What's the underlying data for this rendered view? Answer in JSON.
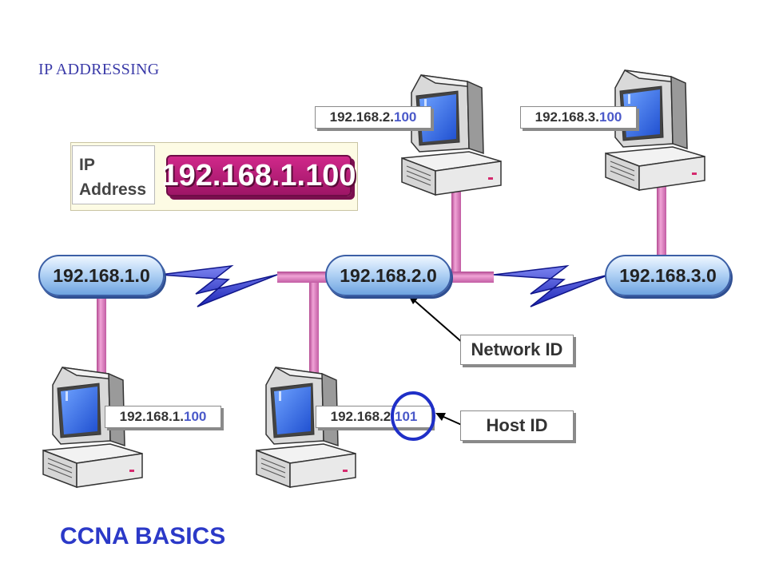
{
  "title": "IP ADDRESSING",
  "footer": "CCNA BASICS",
  "panel": {
    "label_line1": "IP",
    "label_line2": "Address",
    "ip": "192.168.1.100"
  },
  "networks": [
    {
      "id": "net1",
      "label": "192.168.1.0"
    },
    {
      "id": "net2",
      "label": "192.168.2.0"
    },
    {
      "id": "net3",
      "label": "192.168.3.0"
    }
  ],
  "hosts": [
    {
      "id": "host-2-100",
      "network": "192.168.2.",
      "host": "100"
    },
    {
      "id": "host-3-100",
      "network": "192.168.3.",
      "host": "100"
    },
    {
      "id": "host-1-100",
      "network": "192.168.1.",
      "host": "100"
    },
    {
      "id": "host-2-101",
      "network": "192.168.2.",
      "host": "101"
    }
  ],
  "callouts": {
    "network_id": "Network ID",
    "host_id": "Host ID"
  },
  "colors": {
    "link": "#d973b7",
    "link_edge": "#b34a92",
    "pill_border": "#3b5fa6",
    "highlight": "#4a59c9",
    "big_ip": "#c21f7f",
    "circle": "#1f2fc7"
  },
  "icons": [
    "desktop-computer-icon",
    "lightning-serial-link-icon"
  ]
}
